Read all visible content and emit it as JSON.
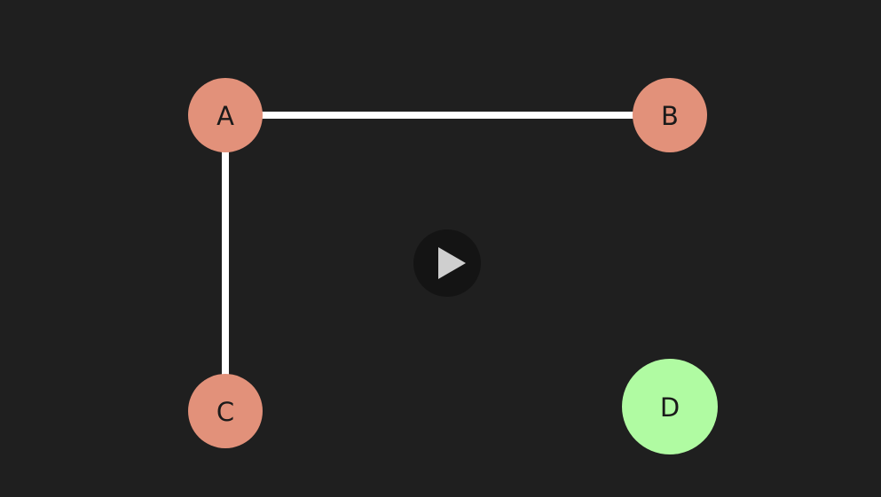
{
  "colors": {
    "background": "#1f1f1f",
    "edge": "#ffffff",
    "node_default": "#e2917a",
    "node_highlight": "#b0fba2",
    "label": "#1a1a1a",
    "play_bg": "#141414",
    "play_icon": "#cfcfcf"
  },
  "nodes": [
    {
      "id": "A",
      "label": "A",
      "state": "default"
    },
    {
      "id": "B",
      "label": "B",
      "state": "default"
    },
    {
      "id": "C",
      "label": "C",
      "state": "default"
    },
    {
      "id": "D",
      "label": "D",
      "state": "highlight"
    }
  ],
  "edges": [
    {
      "from": "A",
      "to": "B"
    },
    {
      "from": "A",
      "to": "C"
    }
  ],
  "controls": {
    "play_icon": "play-icon"
  }
}
